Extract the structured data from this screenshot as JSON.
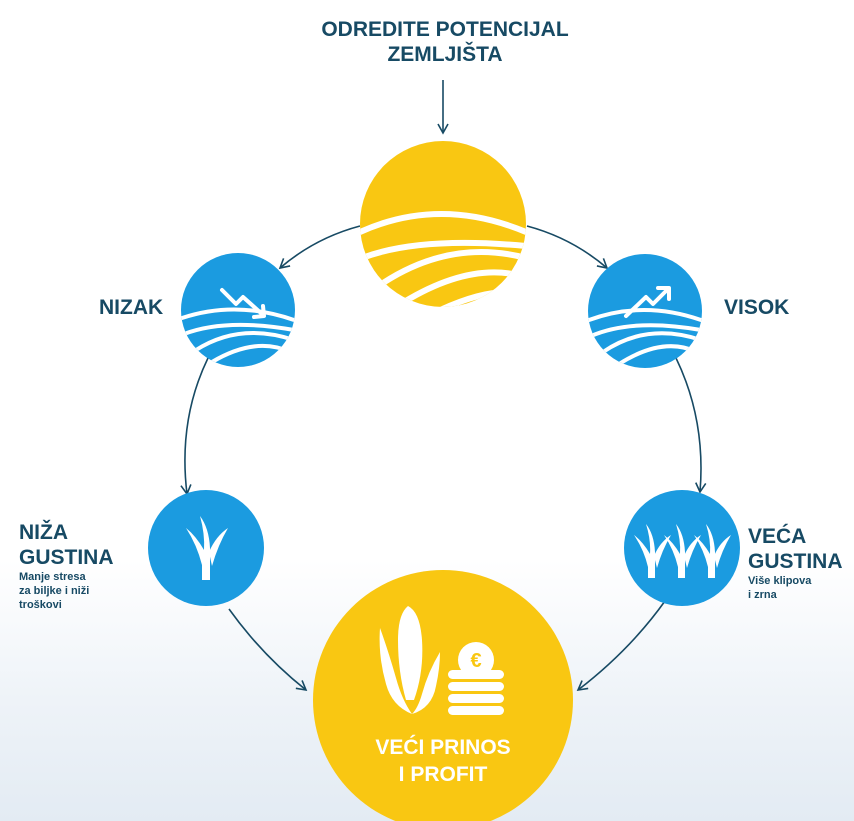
{
  "title": {
    "line1": "ODREDITE POTENCIJAL",
    "line2": "ZEMLJIŠTA"
  },
  "nodes": {
    "low": {
      "label": "NIZAK"
    },
    "high": {
      "label": "VISOK"
    },
    "low_density": {
      "title1": "NIŽA",
      "title2": "GUSTINA",
      "desc1": "Manje stresa",
      "desc2": "za biljke i niži",
      "desc3": "troškovi"
    },
    "high_density": {
      "title1": "VEĆA",
      "title2": "GUSTINA",
      "desc1": "Više klipova",
      "desc2": "i zrna"
    },
    "result": {
      "line1": "VEĆI PRINOS",
      "line2": "I PROFIT",
      "coin_symbol": "€"
    }
  },
  "colors": {
    "yellow": "#f9c712",
    "blue": "#1b9be0",
    "navy": "#174a64",
    "white": "#ffffff"
  },
  "icons": {
    "soil": "fields-icon",
    "low": "trend-down-icon",
    "high": "trend-up-icon",
    "low_density": "single-plant-icon",
    "high_density": "multiple-plants-icon",
    "corn": "corn-icon",
    "coins": "euro-coins-icon"
  }
}
